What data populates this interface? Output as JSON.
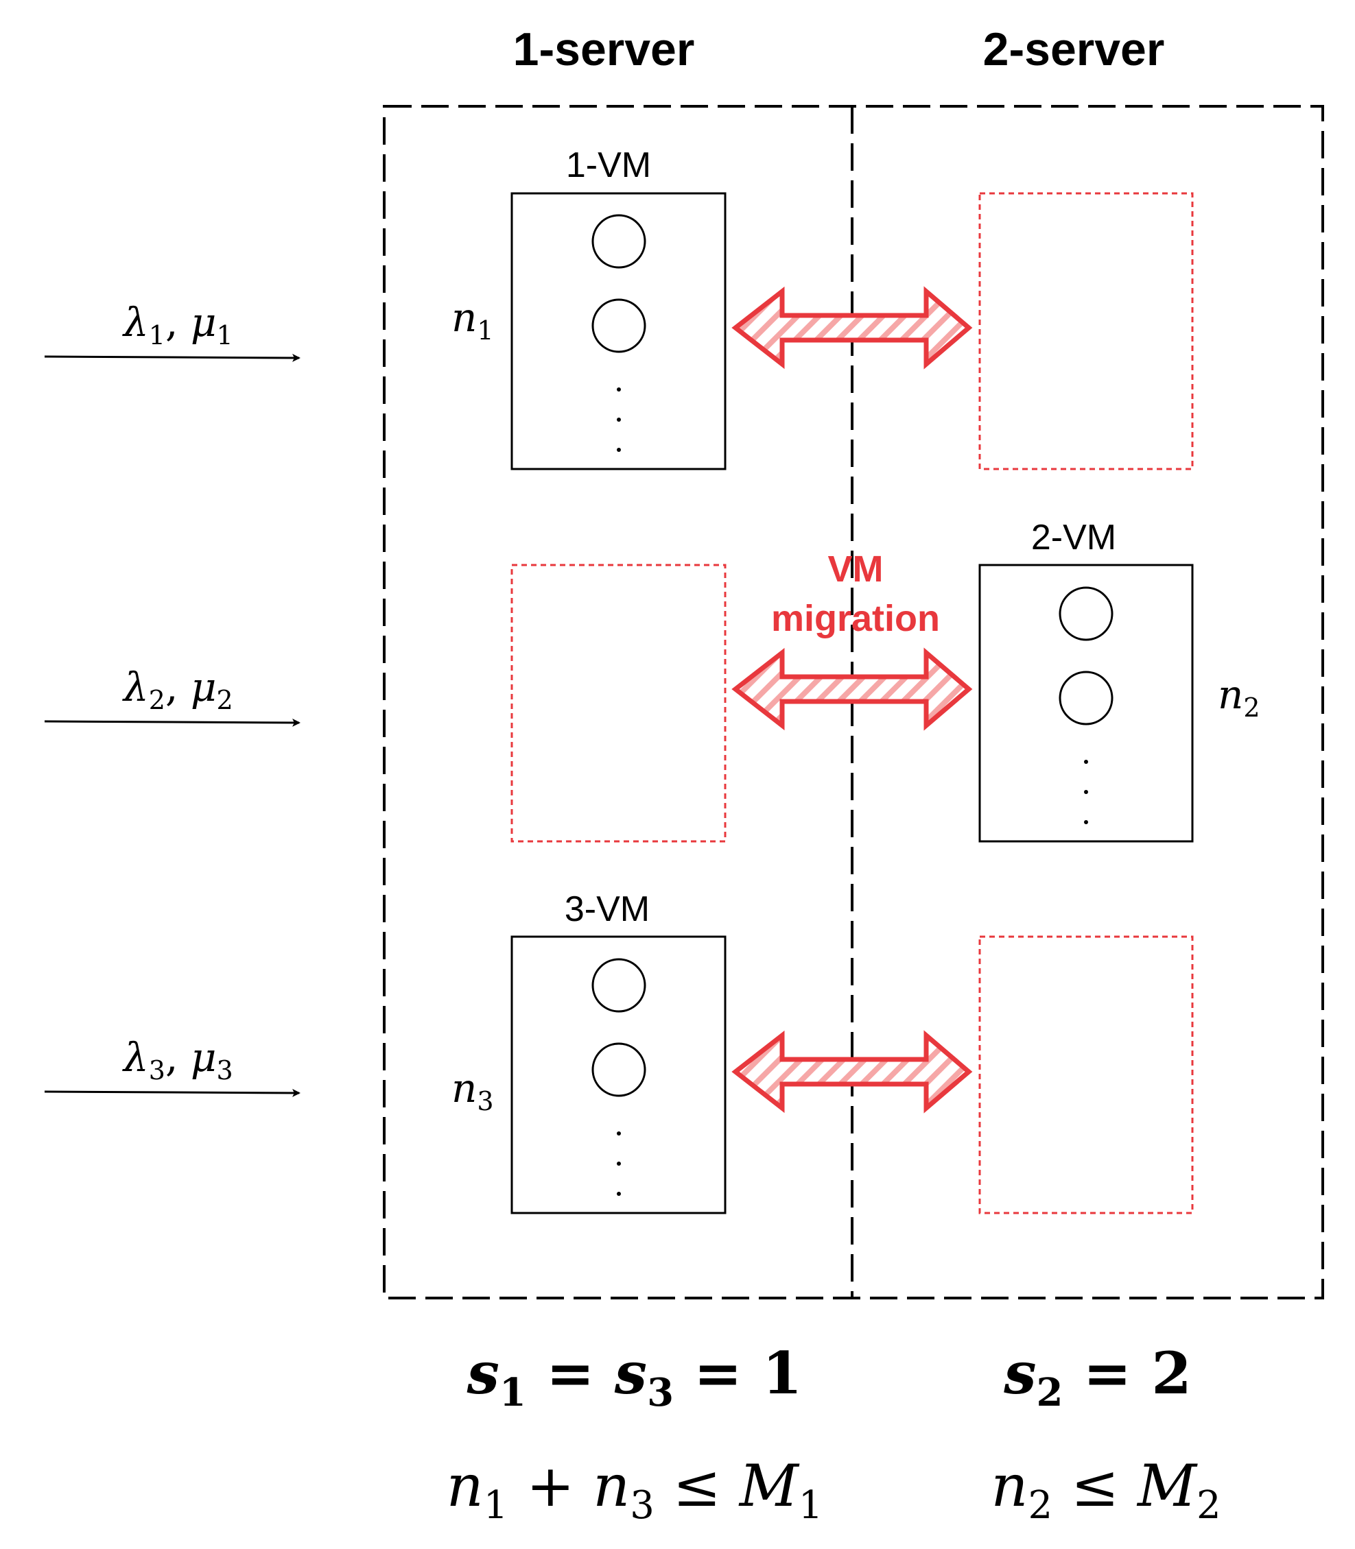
{
  "headers": {
    "server1": "1-server",
    "server2": "2-server"
  },
  "vm_labels": {
    "vm1": "1-VM",
    "vm2": "2-VM",
    "vm3": "3-VM"
  },
  "migration_label": {
    "line1": "VM",
    "line2": "migration"
  },
  "arrivals": [
    {
      "lambda": "λ",
      "mu": "μ",
      "index": "1",
      "sep": ", "
    },
    {
      "lambda": "λ",
      "mu": "μ",
      "index": "2",
      "sep": ", "
    },
    {
      "lambda": "λ",
      "mu": "μ",
      "index": "3",
      "sep": ", "
    }
  ],
  "side_labels": {
    "n1": {
      "var": "n",
      "sub": "1"
    },
    "n2": {
      "var": "n",
      "sub": "2"
    },
    "n3": {
      "var": "n",
      "sub": "3"
    }
  },
  "equations": {
    "left_line1": {
      "s": "s",
      "sub1": "1",
      "eq": " = ",
      "sub3": "3",
      "rhs": "1"
    },
    "right_line1": {
      "s": "s",
      "sub": "2",
      "eq": " = ",
      "rhs": "2"
    },
    "left_line2": {
      "n": "n",
      "sub1": "1",
      "plus": " + ",
      "sub3": "3",
      "le": " ≤ ",
      "M": "M",
      "subM": "1"
    },
    "right_line2": {
      "n": "n",
      "sub": "2",
      "le": " ≤ ",
      "M": "M",
      "subM": "2"
    }
  },
  "dots": "·",
  "colors": {
    "accent": "#e8383d",
    "ink": "#000000",
    "hatch": "#f4a3a3"
  }
}
